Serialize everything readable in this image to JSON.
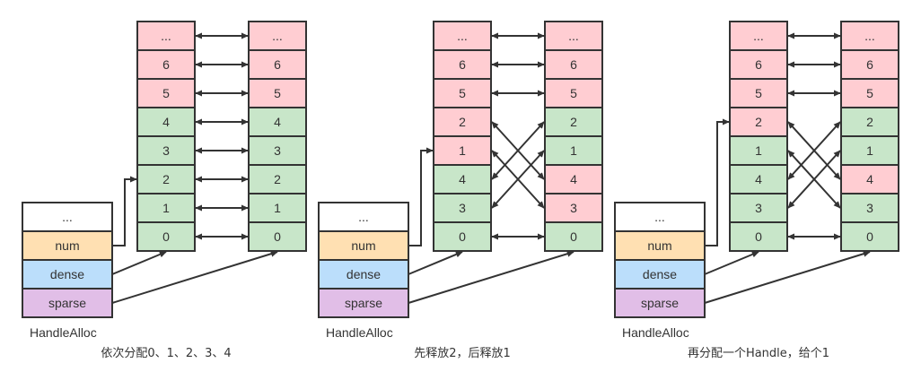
{
  "colors": {
    "free": "#ffcdd2",
    "used": "#c8e6c9",
    "header": "#ffffff",
    "num": "#ffe0b2",
    "dense": "#bbdefb",
    "sparse": "#e1bee7",
    "stroke": "#333333"
  },
  "panels": [
    {
      "struct": {
        "name": "HandleAlloc",
        "fields": [
          {
            "label": "...",
            "kind": "header"
          },
          {
            "label": "num",
            "kind": "num"
          },
          {
            "label": "dense",
            "kind": "dense"
          },
          {
            "label": "sparse",
            "kind": "sparse"
          }
        ]
      },
      "num_points_to_row": 5,
      "dense": [
        {
          "label": "...",
          "state": "free"
        },
        {
          "label": "6",
          "state": "free"
        },
        {
          "label": "5",
          "state": "free"
        },
        {
          "label": "4",
          "state": "used"
        },
        {
          "label": "3",
          "state": "used"
        },
        {
          "label": "2",
          "state": "used"
        },
        {
          "label": "1",
          "state": "used"
        },
        {
          "label": "0",
          "state": "used"
        }
      ],
      "sparse": [
        {
          "label": "...",
          "state": "free"
        },
        {
          "label": "6",
          "state": "free"
        },
        {
          "label": "5",
          "state": "free"
        },
        {
          "label": "4",
          "state": "used"
        },
        {
          "label": "3",
          "state": "used"
        },
        {
          "label": "2",
          "state": "used"
        },
        {
          "label": "1",
          "state": "used"
        },
        {
          "label": "0",
          "state": "used"
        }
      ],
      "links": [
        [
          0,
          0
        ],
        [
          1,
          1
        ],
        [
          2,
          2
        ],
        [
          3,
          3
        ],
        [
          4,
          4
        ],
        [
          5,
          5
        ],
        [
          6,
          6
        ],
        [
          7,
          7
        ]
      ],
      "caption": "依次分配0、1、2、3、4"
    },
    {
      "struct": {
        "name": "HandleAlloc",
        "fields": [
          {
            "label": "...",
            "kind": "header"
          },
          {
            "label": "num",
            "kind": "num"
          },
          {
            "label": "dense",
            "kind": "dense"
          },
          {
            "label": "sparse",
            "kind": "sparse"
          }
        ]
      },
      "num_points_to_row": 4,
      "dense": [
        {
          "label": "...",
          "state": "free"
        },
        {
          "label": "6",
          "state": "free"
        },
        {
          "label": "5",
          "state": "free"
        },
        {
          "label": "2",
          "state": "free"
        },
        {
          "label": "1",
          "state": "free"
        },
        {
          "label": "4",
          "state": "used"
        },
        {
          "label": "3",
          "state": "used"
        },
        {
          "label": "0",
          "state": "used"
        }
      ],
      "sparse": [
        {
          "label": "...",
          "state": "free"
        },
        {
          "label": "6",
          "state": "free"
        },
        {
          "label": "5",
          "state": "free"
        },
        {
          "label": "2",
          "state": "used"
        },
        {
          "label": "1",
          "state": "used"
        },
        {
          "label": "4",
          "state": "free"
        },
        {
          "label": "3",
          "state": "free"
        },
        {
          "label": "0",
          "state": "used"
        }
      ],
      "links": [
        [
          0,
          0
        ],
        [
          1,
          1
        ],
        [
          2,
          2
        ],
        [
          3,
          5
        ],
        [
          4,
          6
        ],
        [
          5,
          3
        ],
        [
          6,
          4
        ],
        [
          7,
          7
        ]
      ],
      "caption": "先释放2，后释放1"
    },
    {
      "struct": {
        "name": "HandleAlloc",
        "fields": [
          {
            "label": "...",
            "kind": "header"
          },
          {
            "label": "num",
            "kind": "num"
          },
          {
            "label": "dense",
            "kind": "dense"
          },
          {
            "label": "sparse",
            "kind": "sparse"
          }
        ]
      },
      "num_points_to_row": 3,
      "dense": [
        {
          "label": "...",
          "state": "free"
        },
        {
          "label": "6",
          "state": "free"
        },
        {
          "label": "5",
          "state": "free"
        },
        {
          "label": "2",
          "state": "free"
        },
        {
          "label": "1",
          "state": "used"
        },
        {
          "label": "4",
          "state": "used"
        },
        {
          "label": "3",
          "state": "used"
        },
        {
          "label": "0",
          "state": "used"
        }
      ],
      "sparse": [
        {
          "label": "...",
          "state": "free"
        },
        {
          "label": "6",
          "state": "free"
        },
        {
          "label": "5",
          "state": "free"
        },
        {
          "label": "2",
          "state": "used"
        },
        {
          "label": "1",
          "state": "used"
        },
        {
          "label": "4",
          "state": "free"
        },
        {
          "label": "3",
          "state": "used"
        },
        {
          "label": "0",
          "state": "used"
        }
      ],
      "links": [
        [
          0,
          0
        ],
        [
          1,
          1
        ],
        [
          2,
          2
        ],
        [
          3,
          5
        ],
        [
          4,
          6
        ],
        [
          5,
          3
        ],
        [
          6,
          4
        ],
        [
          7,
          7
        ]
      ],
      "caption": "再分配一个Handle，给个1"
    }
  ]
}
